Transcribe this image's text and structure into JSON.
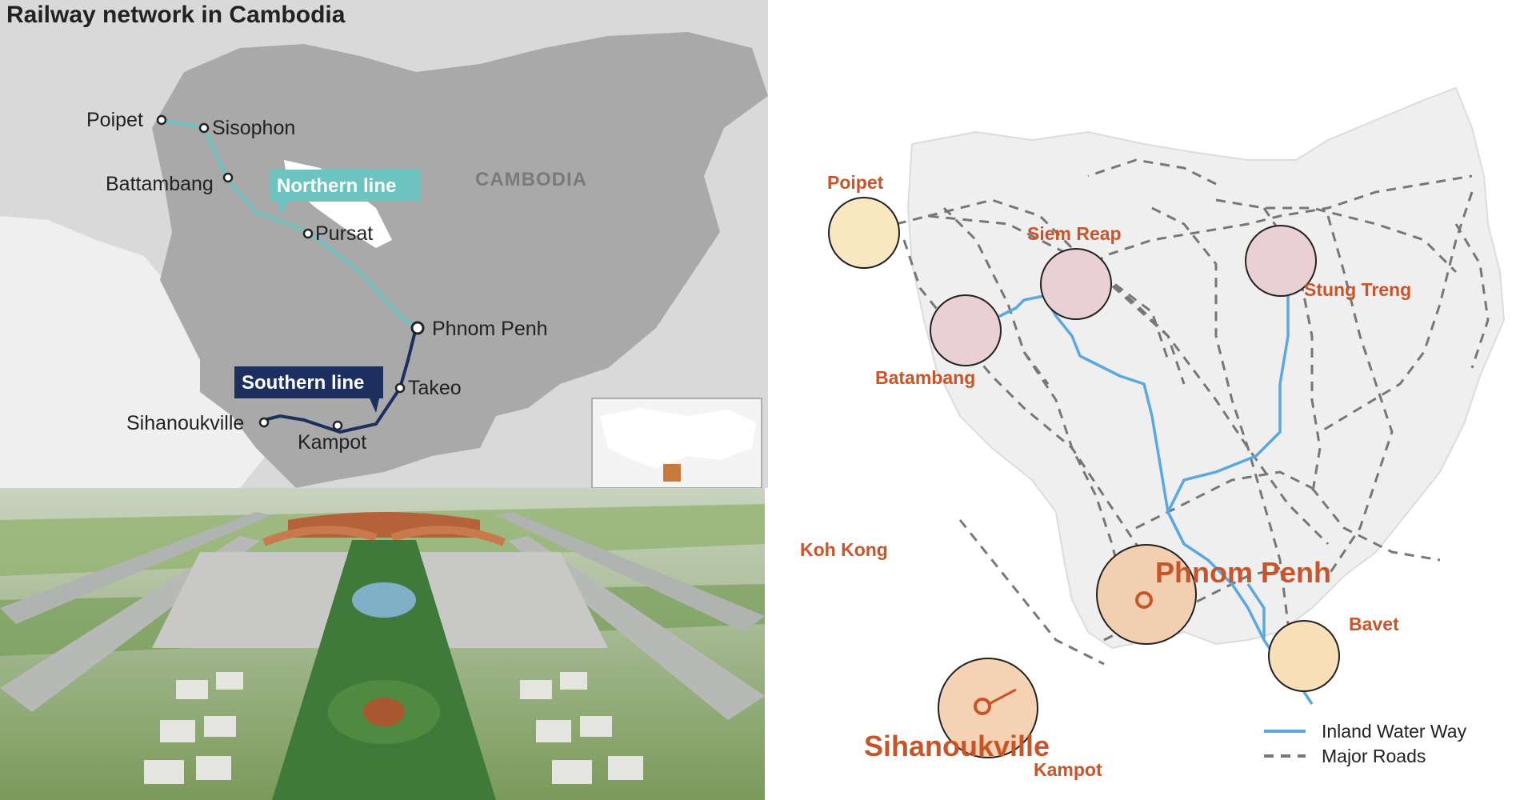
{
  "rail_map": {
    "title": "Railway network in Cambodia",
    "country_label": "CAMBODIA",
    "northern_line_label": "Northern line",
    "southern_line_label": "Southern line",
    "stations": {
      "poipet": "Poipet",
      "sisophon": "Sisophon",
      "battambang": "Battambang",
      "pursat": "Pursat",
      "phnom_penh": "Phnom Penh",
      "takeo": "Takeo",
      "sihanoukville": "Sihanoukville",
      "kampot": "Kampot"
    },
    "colors": {
      "northern": "#6cc3bf",
      "southern": "#1d2f5e",
      "land": "#a9a9a9",
      "sea": "#d9d9d9",
      "inset_marker": "#c87a3c"
    }
  },
  "network_map": {
    "cities": {
      "poipet": "Poipet",
      "siem_reap": "Siem Reap",
      "batambang": "Batambang",
      "stung_treng": "Stung Treng",
      "koh_kong": "Koh Kong",
      "phnom_penh": "Phnom Penh",
      "bavet": "Bavet",
      "sihanoukville": "Sihanoukville",
      "kampot": "Kampot"
    },
    "legend": {
      "waterway": "Inland Water Way",
      "roads": "Major Roads"
    },
    "colors": {
      "waterway": "#5ba8e0",
      "roads": "#777777",
      "label": "#c8552a",
      "land": "#efefef"
    }
  },
  "airport_render": {}
}
